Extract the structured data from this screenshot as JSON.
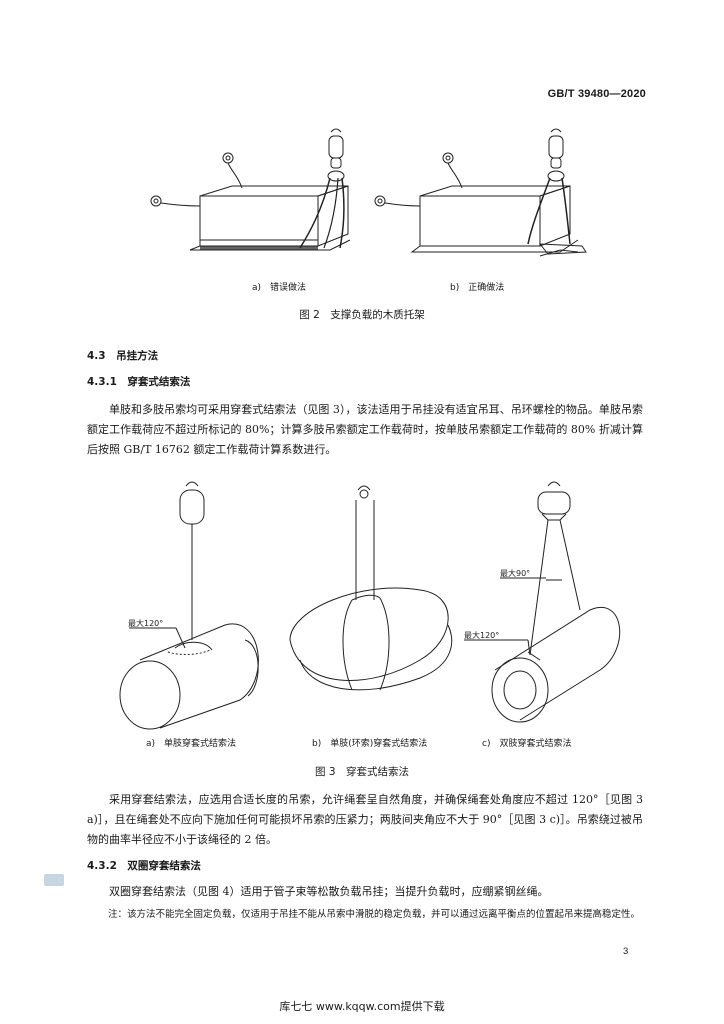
{
  "header": {
    "standard_code": "GB/T 39480—2020"
  },
  "figure2": {
    "caption_a": "a)　错误做法",
    "caption_b": "b)　正确做法",
    "title": "图 2　支撑负载的木质托架"
  },
  "section_4_3": {
    "heading": "4.3　吊挂方法"
  },
  "section_4_3_1": {
    "heading": "4.3.1　穿套式结索法",
    "paragraph": "单肢和多肢吊索均可采用穿套式结索法（见图 3），该法适用于吊挂没有适宜吊耳、吊环螺栓的物品。单肢吊索额定工作载荷应不超过所标记的 80%；计算多肢吊索额定工作载荷时，按单肢吊索额定工作载荷的 80% 折减计算后按照 GB/T 16762 额定工作载荷计算系数进行。"
  },
  "figure3": {
    "label_a_angle": "最大120°",
    "label_c_angle_top": "最大90°",
    "label_c_angle_bottom": "最大120°",
    "caption_a": "a)　单肢穿套式结索法",
    "caption_b": "b)　单肢(环索)穿套式结索法",
    "caption_c": "c)　双肢穿套式结索法",
    "title": "图 3　穿套式结索法"
  },
  "paragraph_after_fig3": "采用穿套结索法，应选用合适长度的吊索，允许绳套呈自然角度，并确保绳套处角度应不超过 120°［见图 3 a)］，且在绳套处不应向下施加任何可能损坏吊索的压紧力；两肢间夹角应不大于 90°［见图 3 c)］。吊索绕过被吊物的曲率半径应不小于该绳径的 2 倍。",
  "section_4_3_2": {
    "heading": "4.3.2　双圈穿套结索法",
    "paragraph": "双圈穿套结索法（见图 4）适用于管子束等松散负载吊挂；当提升负载时，应绷紧钢丝绳。",
    "note": "注：该方法不能完全固定负载，仅适用于吊挂不能从吊索中滑脱的稳定负载，并可以通过远离平衡点的位置起吊来提高稳定性。"
  },
  "page_number": "3",
  "footer": {
    "text": "库七七 www.kqqw.com提供下载"
  }
}
